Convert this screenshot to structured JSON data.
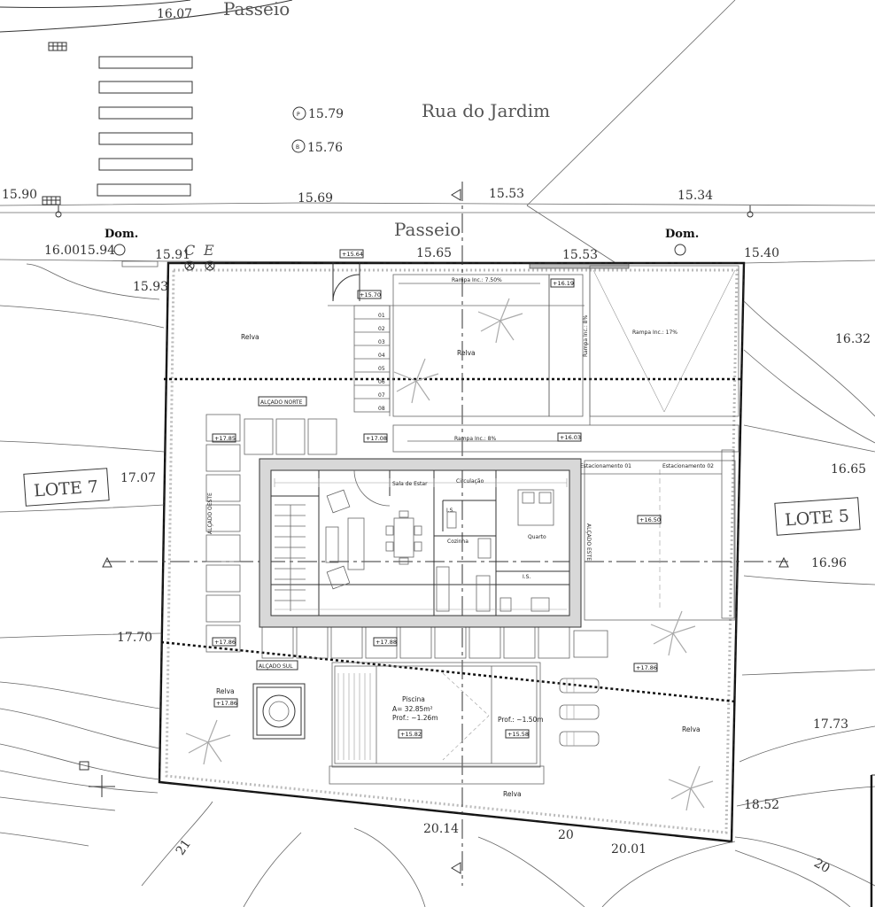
{
  "streets": {
    "passeio_top": "Passeio",
    "rua": "Rua do Jardim",
    "passeio_mid": "Passeio"
  },
  "lots": {
    "left": "LOTE 7",
    "right": "LOTE 5"
  },
  "markers": {
    "dom": "Dom.",
    "c": "C",
    "e": "E",
    "p_level": "15.79",
    "b_level": "15.76"
  },
  "elevations": {
    "e1607": "16.07",
    "e1590": "15.90",
    "e1569": "15.69",
    "e1553a": "15.53",
    "e1534": "15.34",
    "e1600": "16.00",
    "e1594": "15.94",
    "e1591": "15.91",
    "e1565": "15.65",
    "e1553b": "15.53",
    "e1540": "15.40",
    "e1593": "15.93",
    "e1632": "16.32",
    "e1707": "17.07",
    "e1665": "16.65",
    "e1696": "16.96",
    "e1770": "17.70",
    "e1773": "17.73",
    "e1852": "18.52",
    "e2014": "20.14",
    "e20a": "20",
    "e2001": "20.01",
    "e21": "21",
    "e20b": "20"
  },
  "plan_labels": {
    "relva": "Relva",
    "rampa1": "Rampa Inc.: 7.50%",
    "rampa2": "Rampa Inc.: 17%",
    "rampa3": "Rampa Inc.: 8%",
    "rampa4": "Rampa Inc.: 8%",
    "alcado_norte": "ALÇADO NORTE",
    "alcado_oeste": "ALÇADO OESTE",
    "alcado_este": "ALÇADO ESTE",
    "alcado_sul": "ALÇADO SUL",
    "estac1": "Estacionamento 01",
    "estac2": "Estacionamento 02",
    "sala": "Sala de Estar",
    "circulacao": "Circulação",
    "wc1": "I.S.",
    "quarto": "Quarto",
    "cozinha": "Cozinha",
    "wc2": "I.S.",
    "piscina": "Piscina",
    "piscina_area": "A= 32.85m²",
    "piscina_prof": "Prof.: ~1.26m",
    "prof2": "Prof.: ~1.50m",
    "l1564": "+15.64",
    "l1570": "+15.70",
    "l1619": "+16.19",
    "l1785": "+17.85",
    "l1708": "+17.08",
    "l1603": "+16.03",
    "l1650": "+16.50",
    "l1786a": "+17.86",
    "l1788": "+17.88",
    "l1786b": "+17.86",
    "l1786c": "+17.86",
    "l1582": "+15.82",
    "l1558": "+15.58"
  },
  "stairs": [
    "01",
    "02",
    "03",
    "04",
    "05",
    "06",
    "07",
    "08"
  ]
}
